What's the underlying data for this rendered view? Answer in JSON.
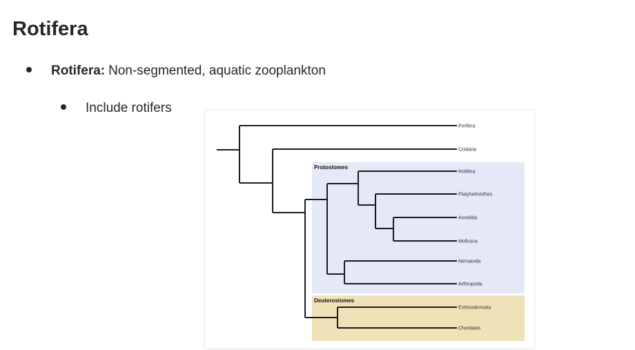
{
  "slide": {
    "title": "Rotifera",
    "bullet1": {
      "term": "Rotifera:",
      "text": "Non-segmented, aquatic zooplankton"
    },
    "bullet2": {
      "text": "Include rotifers"
    }
  },
  "tree": {
    "groups": {
      "protostomes": {
        "label": "Protostomes",
        "color": "#e4e8f7"
      },
      "deuterostomes": {
        "label": "Deuterostomes",
        "color": "#f0e2b8"
      }
    },
    "leaves": {
      "porifera": "Porifera",
      "cnidaria": "Cnidaria",
      "rotifera": "Rotifera",
      "platyhelminthes": "Platyhelminthes",
      "annelida": "Annelida",
      "mollusca": "Mollusca",
      "nematoda": "Nematoda",
      "arthropoda": "Arthropoda",
      "echinodermata": "Echinodermata",
      "chordates": "Chordates"
    }
  }
}
